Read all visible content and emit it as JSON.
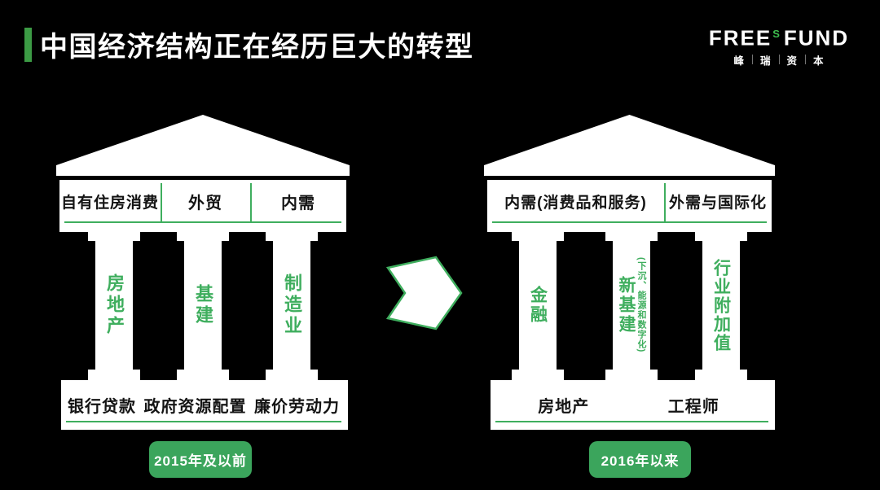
{
  "title": {
    "text": "中国经济结构正在经历巨大的转型"
  },
  "logo": {
    "brand_left": "FREE",
    "brand_sup": "S",
    "brand_right": "FUND",
    "chinese": [
      "峰",
      "瑞",
      "资",
      "本"
    ]
  },
  "colors": {
    "background": "#000000",
    "panel_white": "#FFFFFF",
    "accent_green": "#3FAE5E",
    "button_green": "#3BA55C",
    "title_bar_green": "#3C9B45",
    "dark_text": "#141414"
  },
  "left_temple": {
    "entablature": [
      "自有住房消费",
      "外贸",
      "内需"
    ],
    "pillars": [
      {
        "label": "房地产"
      },
      {
        "label": "基建"
      },
      {
        "label": "制造业"
      }
    ],
    "base_items": [
      "银行贷款",
      "政府资源配置",
      "廉价劳动力"
    ],
    "period_label": "2015年及以前"
  },
  "right_temple": {
    "entablature": [
      "内需(消费品和服务)",
      "外需与国际化"
    ],
    "pillars": [
      {
        "label": "金融"
      },
      {
        "label": "新基建",
        "note": "(下沉、能源和数字化)"
      },
      {
        "label": "行业附加值"
      }
    ],
    "base_items": [
      "房地产",
      "工程师"
    ],
    "period_label": "2016年以来"
  }
}
